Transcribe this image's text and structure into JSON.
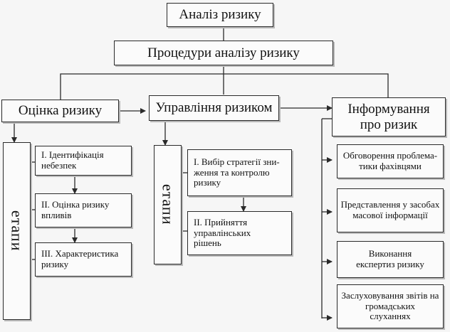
{
  "title": "Аналіз ризику",
  "procedures": "Процедури аналізу ризику",
  "assessment": {
    "heading": "Оцінка ризику",
    "stages_label": "етапи",
    "steps": [
      "І. Ідентифікація\nнебезпек",
      "ІІ. Оцінка ризику\nвпливів",
      "ІІІ. Характеристика\nризику"
    ]
  },
  "management": {
    "heading": "Управління ризиком",
    "stages_label": "етапи",
    "steps": [
      "І. Вибір стратегії зни-\nження та контролю\nризику",
      "ІІ. Прийняття\nуправлінських\nрішень"
    ]
  },
  "communication": {
    "heading": "Інформування\nпро ризик",
    "items": [
      "Обговорення проблема-\nтики фахівцями",
      "Представлення у засобах\nмасової інформації",
      "Виконання\nекспертиз ризику",
      "Заслуховування звітів на\nгромадських\nслуханнях"
    ]
  },
  "colors": {
    "line": "#2a2a2a",
    "box_border": "#2a2a2a",
    "shadow": "#b9b9b9",
    "background": "#f6f6f6"
  }
}
